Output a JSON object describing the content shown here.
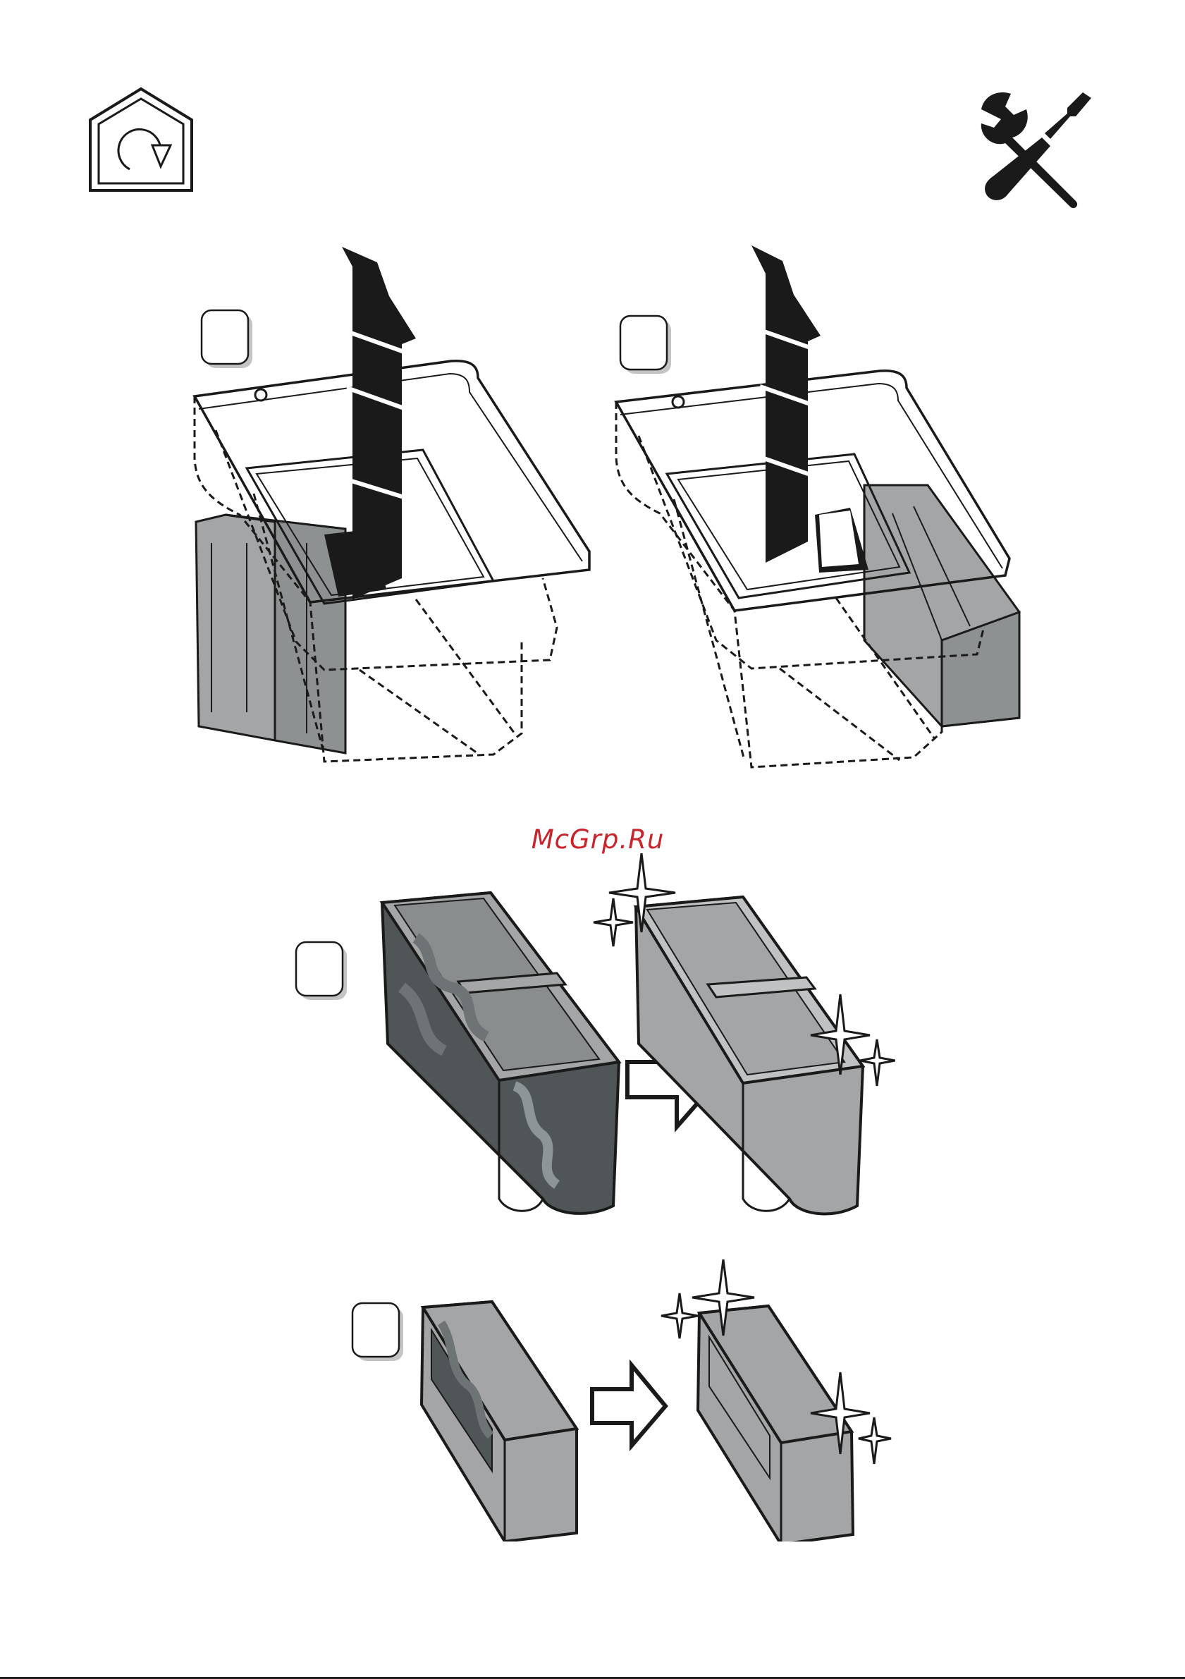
{
  "watermark": {
    "text": "McGrp.Ru",
    "color": "#c8242b"
  },
  "icons": {
    "header_left": "home-rotate-icon",
    "header_right": "wrench-screwdriver-icon"
  },
  "steps": [
    {
      "badge": "",
      "illustration": "remove-reservoir-from-drawer-left"
    },
    {
      "badge": "",
      "illustration": "remove-reservoir-from-drawer-right"
    },
    {
      "badge": "",
      "illustration": "clean-water-tank"
    },
    {
      "badge": "",
      "illustration": "clean-filter-block"
    }
  ],
  "colors": {
    "ink": "#1a1a1a",
    "grey_fill": "#a3a5a6",
    "dark_fill": "#505657"
  }
}
